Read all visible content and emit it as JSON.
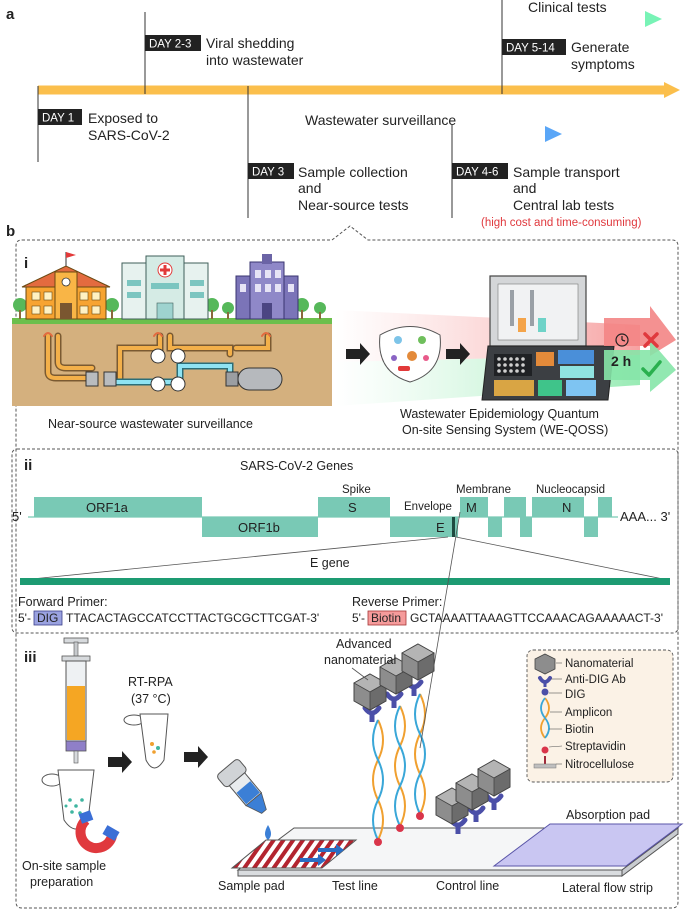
{
  "panel_a": {
    "label": "a",
    "events": [
      {
        "day": "DAY 1",
        "text1": "Exposed to",
        "text2": "SARS-CoV-2"
      },
      {
        "day": "DAY 2-3",
        "text1": "Viral shedding",
        "text2": "into wastewater"
      },
      {
        "day": "DAY 3",
        "text1": "Sample collection",
        "text2": "and",
        "text3": "Near-source tests"
      },
      {
        "day": "DAY 4-6",
        "text1": "Sample transport",
        "text2": "and",
        "text3": "Central lab tests"
      },
      {
        "day": "DAY 5-14",
        "text1": "Generate",
        "text2": "symptoms"
      }
    ],
    "clinical_tests": "Clinical tests",
    "wastewater_surveillance": "Wastewater surveillance",
    "note": "(high cost and time-consuming)",
    "colors": {
      "timeline": "#fbbf4c",
      "surveillance": "#3b8ef0",
      "clinical": "#5ef2a8",
      "day_tag": "#222222",
      "note": "#e0393e"
    }
  },
  "panel_b": {
    "label": "b",
    "i": {
      "label": "i",
      "left_caption": "Near-source wastewater surveillance",
      "right_caption1": "Wastewater Epidemiology Quantum",
      "right_caption2": "On-site Sensing System (WE-QOSS)",
      "time": "2 h",
      "icons": [
        "school-icon",
        "hospital-icon",
        "apartment-icon",
        "clock-icon",
        "cross-icon",
        "check-icon",
        "suitcase-lab-icon"
      ]
    },
    "ii": {
      "label": "ii",
      "title": "SARS-CoV-2 Genes",
      "five_prime": "5'",
      "three_prime": "AAA... 3'",
      "genes": {
        "orf1a": "ORF1a",
        "orf1b": "ORF1b",
        "s": "S",
        "e": "E",
        "m": "M",
        "n": "N"
      },
      "gene_labels": {
        "spike": "Spike",
        "envelope": "Envelope",
        "membrane": "Membrane",
        "nucleocapsid": "Nucleocapsid"
      },
      "e_gene": "E gene",
      "forward": {
        "title": "Forward Primer:",
        "prefix": "5'-",
        "tag": "DIG",
        "seq": "TTACACTAGCCATCCTTACTGCGCTTCGAT-3'"
      },
      "reverse": {
        "title": "Reverse Primer:",
        "prefix": "5'-",
        "tag": "Biotin",
        "seq": "GCTAAAATTAAAGTTCCAAACAGAAAAACT-3'"
      },
      "gene_color": "#79c9b5"
    },
    "iii": {
      "label": "iii",
      "rt_rpa": "RT-RPA",
      "temp": "(37 °C)",
      "advanced1": "Advanced",
      "advanced2": "nanomaterial",
      "onsite1": "On-site sample",
      "onsite2": "preparation",
      "sample_pad": "Sample pad",
      "test_line": "Test line",
      "control_line": "Control line",
      "absorption_pad": "Absorption pad",
      "lateral_flow": "Lateral flow strip",
      "legend": [
        "Nanomaterial",
        "Anti-DIG Ab",
        "DIG",
        "Amplicon",
        "Biotin",
        "Streptavidin",
        "Nitrocellulose"
      ]
    }
  }
}
